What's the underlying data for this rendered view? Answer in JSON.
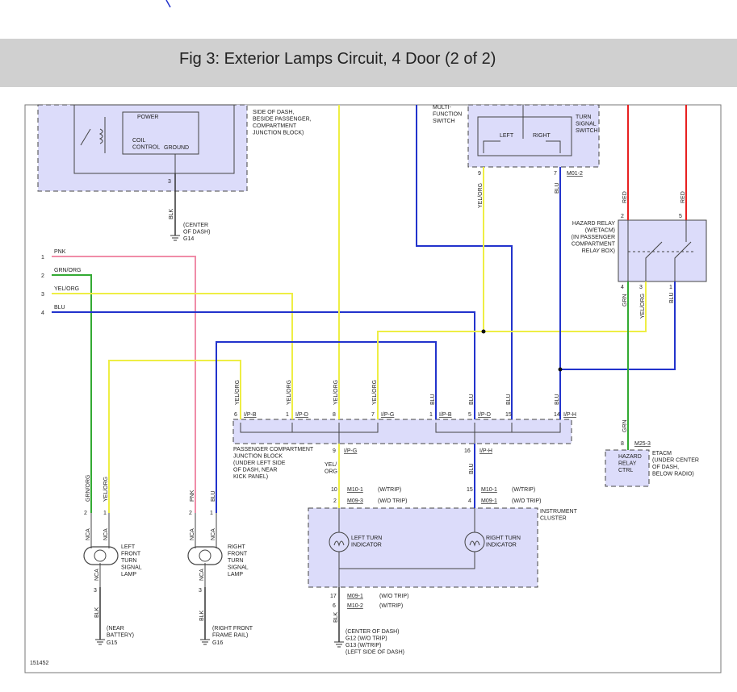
{
  "title": "Fig 3: Exterior Lamps Circuit, 4 Door (2 of 2)",
  "figure_number": "151452",
  "colors": {
    "pink": "#f08ca8",
    "green": "#33aa33",
    "yellow": "#eeee44",
    "blue": "#2233cc",
    "red": "#e82020",
    "black": "#333333",
    "box_fill": "#dcdcfa"
  },
  "junction_block_top": {
    "power": "POWER",
    "coil_control": "COIL\nCONTROL",
    "ground": "GROUND",
    "pin": "3",
    "desc": "SIDE OF DASH,\nBESIDE PASSENGER,\nCOMPARTMENT\nJUNCTION BLOCK)"
  },
  "ground_g14": {
    "wire": "BLK",
    "location": "(CENTER\nOF DASH)",
    "id": "G14"
  },
  "inputs": [
    {
      "num": "1",
      "color": "PNK"
    },
    {
      "num": "2",
      "color": "GRN/ORG"
    },
    {
      "num": "3",
      "color": "YEL/ORG"
    },
    {
      "num": "4",
      "color": "BLU"
    }
  ],
  "mfs": {
    "label": "MULTI-\nFUNCTION\nSWITCH",
    "turn": "TURN\nSIGNAL\nSWITCH",
    "left": "LEFT",
    "right": "RIGHT",
    "pin_left": "9",
    "pin_right": "7",
    "connector": "M01-2",
    "wire_left": "YEL/ORG",
    "wire_right": "BLU"
  },
  "hazard_relay": {
    "label": "HAZARD RELAY\n(W/ETACM)\n(IN PASSENGER\nCOMPARTMENT\nRELAY BOX)",
    "pin_tl": "2",
    "pin_tr": "5",
    "pin_b1": "4",
    "pin_b2": "3",
    "pin_b3": "1",
    "wire_red": "RED",
    "wire_grn": "GRN",
    "wire_yel": "YEL/ORG",
    "wire_blu": "BLU"
  },
  "pcjb": {
    "label": "PASSENGER COMPARTMENT\nJUNCTION BLOCK\n(UNDER LEFT SIDE\nOF DASH, NEAR\nKICK PANEL)",
    "top_pins": [
      {
        "pin": "6",
        "conn": "I/P-B",
        "wire": "YEL/ORG"
      },
      {
        "pin": "1",
        "conn": "I/P-D",
        "wire": "YEL/ORG"
      },
      {
        "pin": "8",
        "conn": "",
        "wire": "YEL/ORG"
      },
      {
        "pin": "7",
        "conn": "I/P-G",
        "wire": "YEL/ORG"
      },
      {
        "pin": "1",
        "conn": "I/P-B",
        "wire": "BLU"
      },
      {
        "pin": "5",
        "conn": "I/P-D",
        "wire": "BLU"
      },
      {
        "pin": "15",
        "conn": "",
        "wire": "BLU"
      },
      {
        "pin": "14",
        "conn": "I/P-H",
        "wire": "BLU"
      }
    ],
    "bottom_pins": [
      {
        "pin": "9",
        "conn": "I/P-G",
        "wire": "YEL/\nORG"
      },
      {
        "pin": "16",
        "conn": "I/P-H",
        "wire": "BLU"
      }
    ]
  },
  "etacm": {
    "label": "HAZARD\nRELAY\nCTRL",
    "pin": "8",
    "conn": "M25-3",
    "desc": "ETACM\n(UNDER CENTER\nOF DASH,\nBELOW RADIO)",
    "wire": "GRN"
  },
  "cluster": {
    "label": "INSTRUMENT\nCLUSTER",
    "left_ind": "LEFT TURN\nINDICATOR",
    "right_ind": "RIGHT TURN\nINDICATOR",
    "left_pins": [
      {
        "pin": "10",
        "conn": "M10-1",
        "note": "(W/TRIP)"
      },
      {
        "pin": "2",
        "conn": "M09-3",
        "note": "(W/O TRIP)"
      }
    ],
    "right_pins": [
      {
        "pin": "15",
        "conn": "M10-1",
        "note": "(W/TRIP)"
      },
      {
        "pin": "4",
        "conn": "M09-1",
        "note": "(W/O TRIP)"
      }
    ],
    "bottom_pins": [
      {
        "pin": "17",
        "conn": "M09-1",
        "note": "(W/O TRIP)"
      },
      {
        "pin": "6",
        "conn": "M10-2",
        "note": "(W/TRIP)"
      }
    ],
    "ground_wire": "BLK",
    "ground_desc": "(CENTER OF DASH)\nG12  (W/O TRIP)\nG13  (W/TRIP)\n(LEFT SIDE OF DASH)"
  },
  "left_lamp": {
    "label": "LEFT\nFRONT\nTURN\nSIGNAL\nLAMP",
    "wire_a": "GRN/ORG",
    "wire_b": "YEL/ORG",
    "pin_a": "2",
    "pin_b": "1",
    "pin_g": "3",
    "nca": "NCA",
    "gnd_wire": "BLK",
    "gnd_desc": "(NEAR\nBATTERY)",
    "gnd_id": "G15"
  },
  "right_lamp": {
    "label": "RIGHT\nFRONT\nTURN\nSIGNAL\nLAMP",
    "wire_a": "PNK",
    "wire_b": "BLU",
    "pin_a": "2",
    "pin_b": "1",
    "pin_g": "3",
    "nca": "NCA",
    "gnd_wire": "BLK",
    "gnd_desc": "(RIGHT FRONT\nFRAME RAIL)",
    "gnd_id": "G16"
  }
}
